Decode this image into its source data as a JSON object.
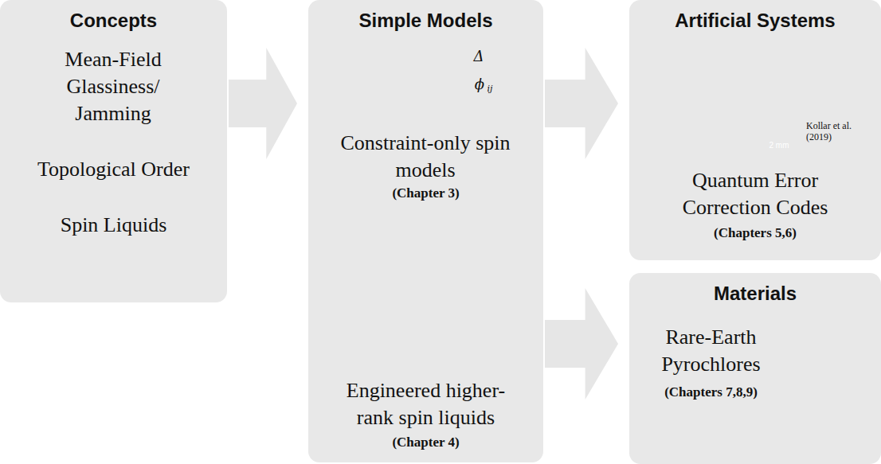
{
  "diagram": {
    "nodes": [
      {
        "text": [
          "Concepts",
          "Mean-Field Glassiness/ Jamming",
          "Topological Order",
          "Spin Liquids"
        ]
      },
      {
        "text": [
          "Simple Models",
          "Constraint-only spin models",
          "(Chapter 3)",
          "Engineered higher-rank spin liquids",
          "(Chapter 4)"
        ]
      },
      {
        "text": [
          "Artificial Systems",
          "Quantum Error Correction Codes",
          "(Chapters 5,6)"
        ]
      },
      {
        "text": [
          "Materials",
          "Rare-Earth Pyrochlores",
          "(Chapters 7,8,9)"
        ]
      }
    ],
    "edges": [
      {
        "from": 0,
        "to": 1,
        "arrow": "to"
      },
      {
        "from": 1,
        "to": 2,
        "arrow": "to"
      },
      {
        "from": 1,
        "to": 3,
        "arrow": "to"
      }
    ],
    "labels": [
      "Δ",
      "ϕ",
      "ij",
      "2 mm",
      "Kollar et al. (2019)"
    ]
  }
}
